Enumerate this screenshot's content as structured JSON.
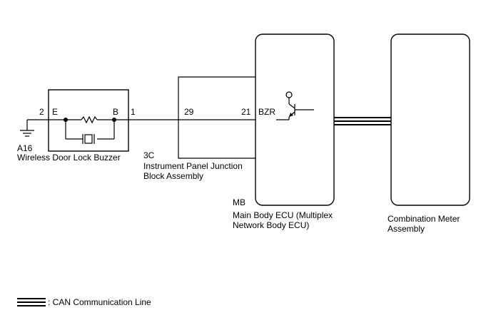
{
  "components": {
    "buzzer": {
      "code": "A16",
      "name": "Wireless Door Lock Buzzer",
      "terminal_e": "E",
      "terminal_b": "B",
      "pin_e": "2",
      "pin_b": "1"
    },
    "junction_block": {
      "code": "3C",
      "name_line1": "Instrument Panel Junction",
      "name_line2": "Block Assembly",
      "pin": "29"
    },
    "ecu": {
      "code": "MB",
      "name_line1": "Main Body ECU (Multiplex",
      "name_line2": "Network Body ECU)",
      "pin": "21",
      "terminal": "BZR"
    },
    "meter": {
      "name_line1": "Combination Meter",
      "name_line2": "Assembly"
    }
  },
  "legend": {
    "label": ": CAN Communication Line"
  }
}
